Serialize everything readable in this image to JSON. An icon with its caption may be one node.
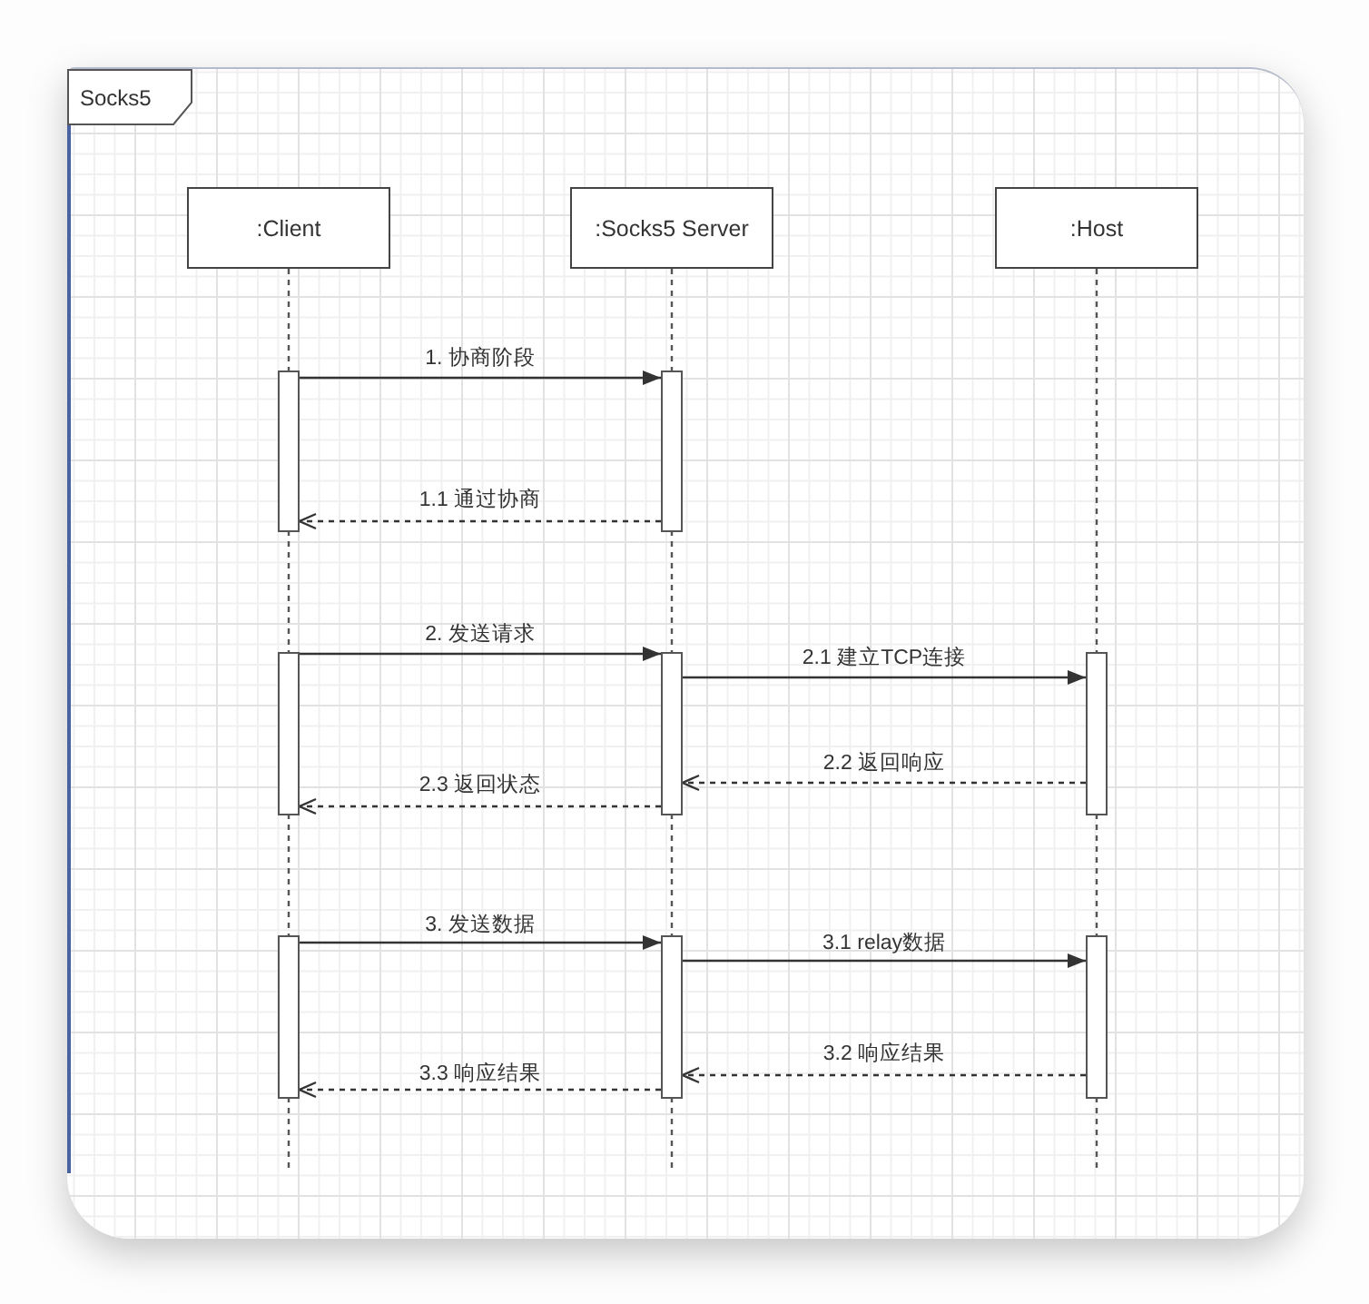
{
  "diagram": {
    "nodes": [
      {
        "text": [
          "Socks5"
        ]
      },
      {
        "text": [
          ":Client"
        ],
        "in": 0
      },
      {
        "text": [
          ":Socks5 Server"
        ],
        "in": 0
      },
      {
        "text": [
          ":Host"
        ],
        "in": 0
      },
      {
        "text": [],
        "shape": "bar",
        "in": 0
      },
      {
        "text": [],
        "shape": "bar",
        "in": 0
      },
      {
        "text": [],
        "shape": "bar",
        "in": 0
      },
      {
        "text": [],
        "shape": "bar",
        "in": 0
      },
      {
        "text": [],
        "shape": "bar",
        "in": 0
      },
      {
        "text": [],
        "shape": "bar",
        "in": 0
      },
      {
        "text": [],
        "shape": "bar",
        "in": 0
      },
      {
        "text": [],
        "shape": "bar",
        "in": 0
      }
    ],
    "edges": [
      {
        "from": 4,
        "to": 5,
        "arrow": "to",
        "label": "1. 协商阶段"
      },
      {
        "from": 5,
        "to": 4,
        "arrow": "to",
        "label": "1.1 通过协商",
        "style": "dashed"
      },
      {
        "from": 6,
        "to": 7,
        "arrow": "to",
        "label": "2. 发送请求"
      },
      {
        "from": 7,
        "to": 8,
        "arrow": "to",
        "label": "2.1 建立TCP连接"
      },
      {
        "from": 8,
        "to": 7,
        "arrow": "to",
        "label": "2.2 返回响应",
        "style": "dashed"
      },
      {
        "from": 7,
        "to": 6,
        "arrow": "to",
        "label": "2.3 返回状态",
        "style": "dashed"
      },
      {
        "from": 9,
        "to": 10,
        "arrow": "to",
        "label": "3. 发送数据"
      },
      {
        "from": 10,
        "to": 11,
        "arrow": "to",
        "label": "3.1 relay数据"
      },
      {
        "from": 11,
        "to": 10,
        "arrow": "to",
        "label": "3.2 响应结果",
        "style": "dashed"
      },
      {
        "from": 10,
        "to": 9,
        "arrow": "to",
        "label": "3.3 响应结果",
        "style": "dashed"
      }
    ]
  }
}
